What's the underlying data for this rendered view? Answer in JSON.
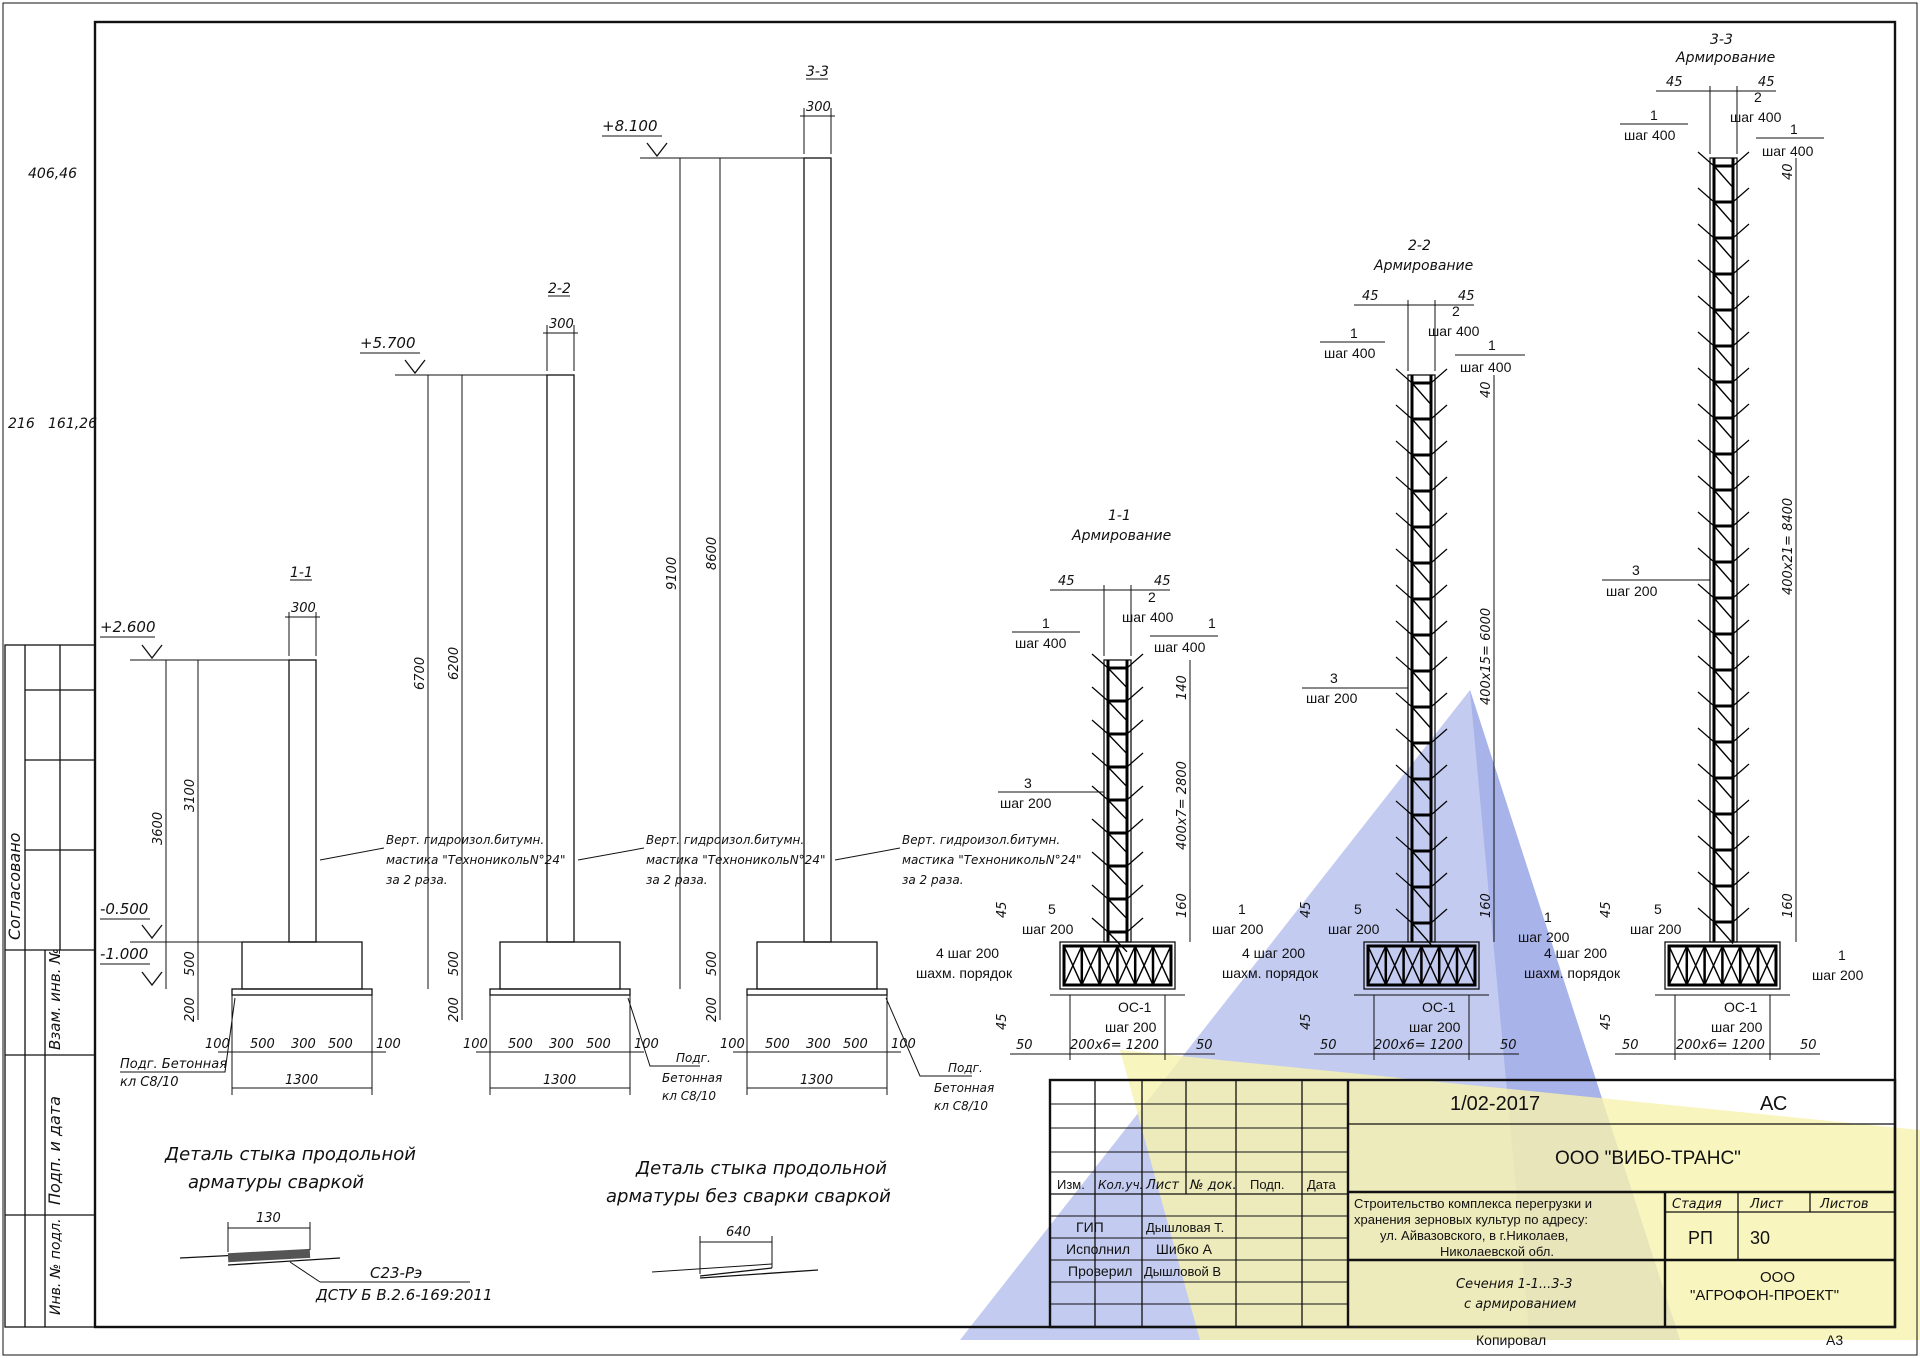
{
  "margin": {
    "area_top": "406,46",
    "area_mid": "161,26",
    "area_left": "216"
  },
  "side_stamp": {
    "soglasovano": "Согласовано",
    "vzam": "Взам. инв. №",
    "podp": "Подп. и дата",
    "inv": "Инв. № подл."
  },
  "levels": {
    "l1": "+2.600",
    "l2": "+5.700",
    "l3": "+8.100",
    "zero": "-0.500",
    "base": "-1.000"
  },
  "dims": {
    "w300": "300",
    "h1": "3600",
    "h1b": "3100",
    "h2": "6700",
    "h2b": "6200",
    "h3": "9100",
    "h3b": "8600",
    "d500": "500",
    "d200": "200",
    "d100": "100",
    "d1300": "1300"
  },
  "sections": {
    "s1": "1-1",
    "s2": "2-2",
    "s3": "3-3"
  },
  "notes": {
    "waterproof_1": "Верт. гидроизол.битумн.",
    "waterproof_2": "мастика \"ТехноникольN°24\"",
    "waterproof_3": "за 2 раза.",
    "prep_1": "Подг. Бетонная",
    "prep_2": "кл С8/10",
    "prep_a": "Подг.",
    "prep_b": "Бетонная",
    "prep_c": "кл С8/10"
  },
  "reinf": {
    "title": "Армирование",
    "d45": "45",
    "n1": "1",
    "n2": "2",
    "n3": "3",
    "n4": "4 шаг 200",
    "n5": "5",
    "step400": "шаг 400",
    "step200": "шаг 200",
    "cheq": "шахм. порядок",
    "os": "ОС-1",
    "d140": "140",
    "d160": "160",
    "d40": "40",
    "d50": "50",
    "r1": "400x7= 2800",
    "r2": "400x15= 6000",
    "r3": "400x21= 8400",
    "base": "200x6= 1200"
  },
  "details": {
    "d1_title_1": "Деталь стыка продольной",
    "d1_title_2": "арматуры сваркой",
    "d1_dim": "130",
    "d1_ref_1": "С23-Рэ",
    "d1_ref_2": "ДСТУ Б В.2.6-169:2011",
    "d2_title_1": "Деталь стыка продольной",
    "d2_title_2": "арматуры без сварки сваркой",
    "d2_dim": "640"
  },
  "title_block": {
    "code": "1/02-2017",
    "mark": "АС",
    "company": "ООО \"ВИБО-ТРАНС\"",
    "col_izm": "Изм.",
    "col_kol": "Кол.уч.",
    "col_list": "Лист",
    "col_doc": "№ док.",
    "col_podp": "Подп.",
    "col_date": "Дата",
    "gip": "ГИП",
    "gip_name": "Дышловая Т.",
    "isp": "Исполнил",
    "isp_name": "Шибко А",
    "prov": "Проверил",
    "prov_name": "Дышловой В",
    "project_1": "Строительство комплекса перегрузки и",
    "project_2": "хранения зерновых культур по адресу:",
    "project_3": "ул. Айвазовского, в г.Николаев,",
    "project_4": "Николаевской обл.",
    "stage_h": "Стадия",
    "sheet_h": "Лист",
    "sheets_h": "Листов",
    "stage": "РП",
    "sheet": "30",
    "drawing_1": "Сечения 1-1...3-3",
    "drawing_2": "с армированием",
    "org_1": "ООО",
    "org_2": "\"АГРОФОН-ПРОЕКТ\"",
    "copied": "Копировал",
    "format": "А3"
  }
}
